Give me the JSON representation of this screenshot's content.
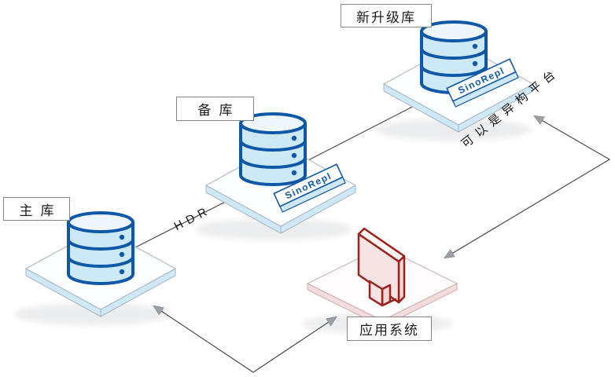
{
  "diagram": {
    "nodes": [
      {
        "id": "primary-db",
        "label": "主库",
        "type": "database"
      },
      {
        "id": "standby-db",
        "label": "备库",
        "type": "database",
        "tag": "SinoRepl"
      },
      {
        "id": "upgraded-db",
        "label": "新升级库",
        "type": "database",
        "tag": "SinoRepl"
      },
      {
        "id": "app-system",
        "label": "应用系统",
        "type": "application"
      }
    ],
    "edges": [
      {
        "from": "primary-db",
        "to": "standby-db",
        "label": "HDR",
        "kind": "line"
      },
      {
        "from": "standby-db",
        "to": "upgraded-db",
        "label": "",
        "kind": "line"
      },
      {
        "from": "app-system",
        "to": "primary-db",
        "kind": "double-arrow"
      },
      {
        "from": "app-system",
        "to": "upgraded-db",
        "kind": "double-arrow"
      }
    ],
    "annotations": [
      {
        "text": "可以是异构平台",
        "target": "upgraded-db"
      }
    ]
  },
  "colors": {
    "db-outline": "#0f57a7",
    "db-fill": "#cde9f8",
    "db-top": "#eef7fd",
    "platform-top": "#fdfeff",
    "platform-side-blue": "#cfe8f8",
    "platform-stroke": "#a9b6c0",
    "platform-side-pink": "#f5dcdc",
    "platform-stroke-pink": "#c9aeae",
    "app-outline": "#9c211c",
    "app-fill": "#f6e4e4",
    "edge-line": "#4a4a4a",
    "arrow-fill": "#9aa0a6",
    "label-border": "#858585",
    "label-text": "#1c1c1c",
    "tag-text": "#0f57a7"
  }
}
